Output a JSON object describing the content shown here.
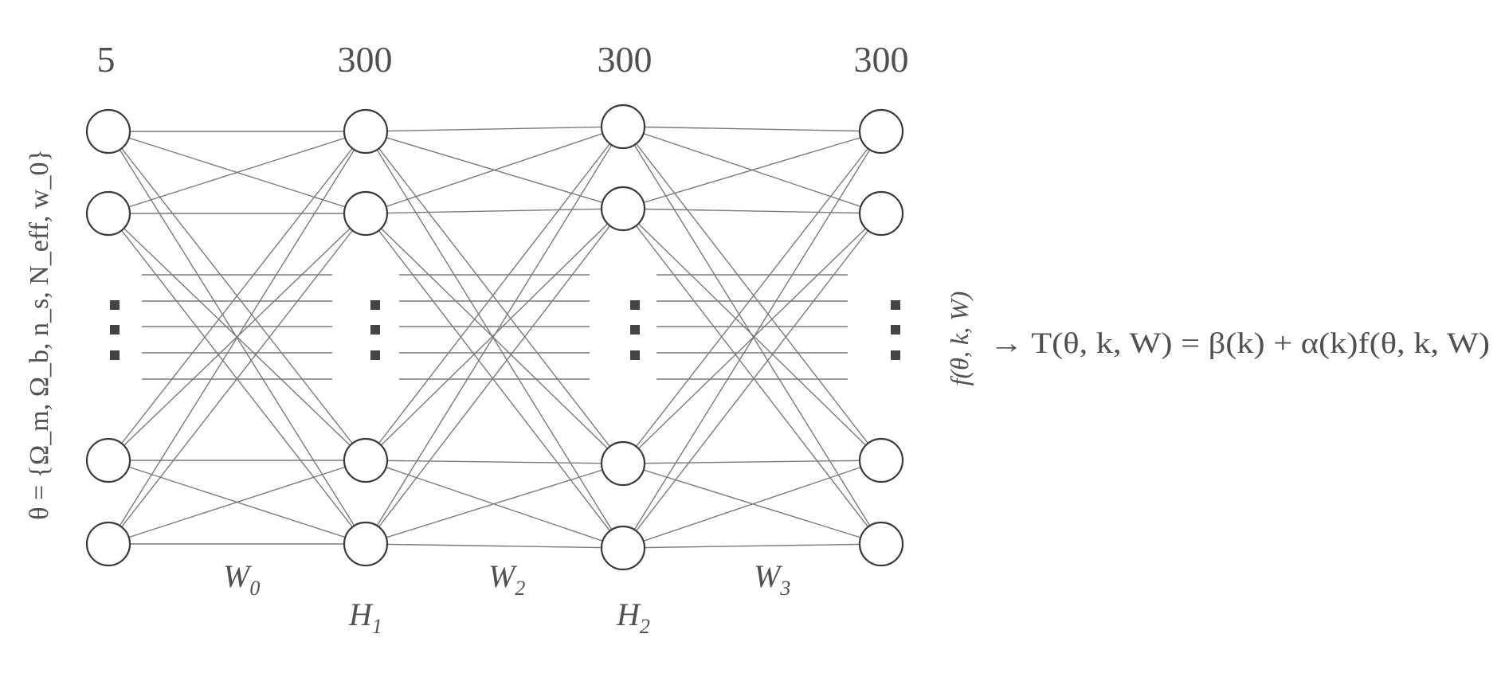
{
  "layer_sizes": [
    "5",
    "300",
    "300",
    "300"
  ],
  "weight_labels": [
    {
      "base": "W",
      "sub": "0"
    },
    {
      "base": "W",
      "sub": "2"
    },
    {
      "base": "W",
      "sub": "3"
    }
  ],
  "hidden_labels": [
    {
      "base": "H",
      "sub": "1"
    },
    {
      "base": "H",
      "sub": "2"
    }
  ],
  "input_label": "θ = {Ω_m, Ω_b, n_s, N_eff, w_0}",
  "output_label": "f(θ, k, W)",
  "formula": "→ T(θ, k, W) = β(k) + α(k)f(θ, k, W)",
  "colors": {
    "edge": "#7a7a7a",
    "node_stroke": "#3a3a3a",
    "text": "#505050"
  }
}
